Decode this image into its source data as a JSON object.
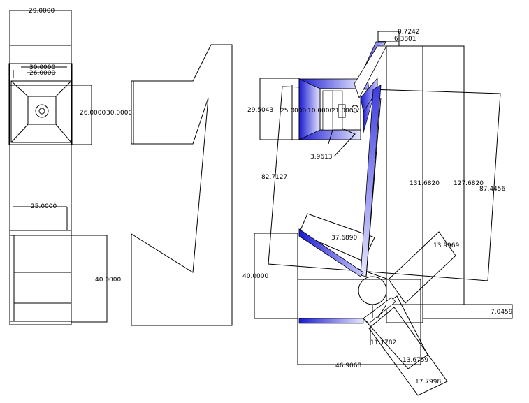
{
  "colors": {
    "line": "#000000",
    "background": "#ffffff",
    "wall_dark": "#1a1ad2",
    "wall_light": "#e6e6ff"
  },
  "dimensions": {
    "d_29": "29.0000",
    "d_30_top": "30.0000",
    "d_26_top": "26.0000",
    "d_26_side": "26.0000",
    "d_30_side": "30.0000",
    "d_25_lower": "25.0000",
    "d_40_left": "40.0000",
    "d_0_7242": "0.7242",
    "d_6_3801": "6.3801",
    "d_29_5043": "29.5043",
    "d_25_inner": "25.0000",
    "d_10": "10.0000",
    "d_21": "21.0000",
    "d_3_9613": "3.9613",
    "d_82_7127": "82.7127",
    "d_131_6820": "131.6820",
    "d_127_6820": "127.6820",
    "d_87_4456": "87.4456",
    "d_37_6890": "37.6890",
    "d_13_9969": "13.9969",
    "d_40_right": "40.0000",
    "d_7_0459": "7.0459",
    "d_11_1782": "11.1782",
    "d_13_6759": "13.6759",
    "d_46_9068": "46.9068",
    "d_17_7998": "17.7998"
  }
}
